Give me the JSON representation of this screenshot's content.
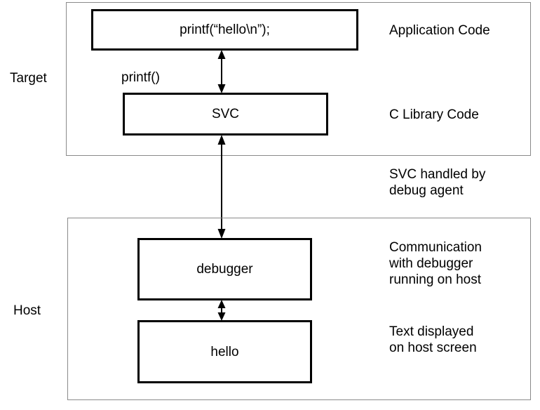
{
  "diagram": {
    "title": "semihosting-printf-flow",
    "background": "#ffffff",
    "line_color": "#000000",
    "region_border_color": "#8a8a8a"
  },
  "regions": [
    {
      "id": "target",
      "label": "Target"
    },
    {
      "id": "host",
      "label": "Host"
    }
  ],
  "boxes": [
    {
      "id": "application-code",
      "label": "printf(“hello\\n”);"
    },
    {
      "id": "c-library",
      "label": "SVC"
    },
    {
      "id": "debugger",
      "label": "debugger"
    },
    {
      "id": "hello-output",
      "label": "hello"
    }
  ],
  "captions": [
    {
      "id": "printf-call",
      "label": "printf()"
    }
  ],
  "annotations": [
    {
      "id": "application-code-note",
      "label": "Application Code"
    },
    {
      "id": "c-library-note",
      "label": "C Library Code"
    },
    {
      "id": "svc-handler-note",
      "label": "SVC handled by\ndebug agent"
    },
    {
      "id": "communication-note",
      "label": "Communication\nwith debugger\nrunning on host"
    },
    {
      "id": "text-display-note",
      "label": "Text displayed\non host screen"
    }
  ],
  "arrows": [
    {
      "id": "app-to-clib",
      "heads": "both"
    },
    {
      "id": "svc-to-debugger",
      "heads": "both"
    },
    {
      "id": "debugger-to-hello",
      "heads": "both"
    }
  ]
}
